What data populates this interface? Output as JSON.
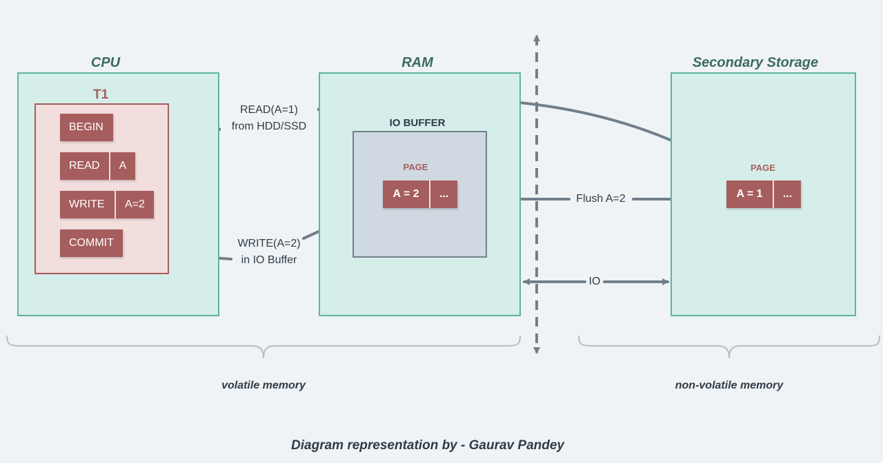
{
  "sections": {
    "cpu": "CPU",
    "ram": "RAM",
    "storage": "Secondary Storage"
  },
  "transaction": {
    "name": "T1",
    "ops": {
      "begin": "BEGIN",
      "read": "READ",
      "read_arg": "A",
      "write": "WRITE",
      "write_arg": "A=2",
      "commit": "COMMIT"
    }
  },
  "io_buffer": {
    "title": "IO BUFFER",
    "page_label": "PAGE",
    "cell_value": "A = 2",
    "cell_more": "..."
  },
  "disk_page": {
    "page_label": "PAGE",
    "cell_value": "A = 1",
    "cell_more": "..."
  },
  "edges": {
    "read_line1": "READ(A=1)",
    "read_line2": "from HDD/SSD",
    "write_line1": "WRITE(A=2)",
    "write_line2": "in IO Buffer",
    "flush": "Flush A=2",
    "io": "IO"
  },
  "memory_labels": {
    "volatile": "volatile memory",
    "non_volatile": "non-volatile memory"
  },
  "credit": "Diagram representation by - Gaurav Pandey",
  "colors": {
    "background": "#eff3f6",
    "panel_fill": "#d6eeea",
    "panel_border": "#5cb59d",
    "accent_red": "#a65d5d",
    "arrow": "#717f8b"
  }
}
